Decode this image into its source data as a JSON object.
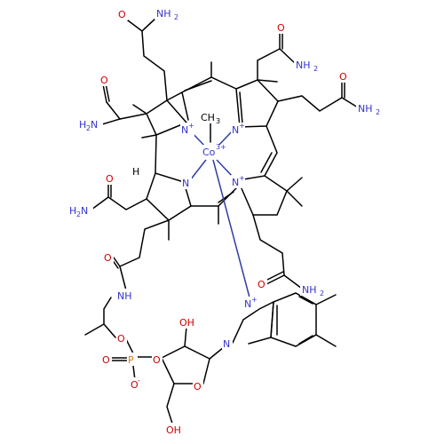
{
  "colors": {
    "bond": "#000000",
    "nitrogen": "#3333cc",
    "oxygen": "#cc0000",
    "phosphorus": "#e07800",
    "cobalt": "#3333cc",
    "coordination": "#2f3f9f"
  },
  "atom_labels": {
    "nh2": "NH",
    "h2n": "H",
    "subscript_2": "2",
    "o": "O",
    "oh": "OH",
    "n": "N",
    "n_plus": "N",
    "plus": "+",
    "co": "Co",
    "co_charge": "3+",
    "ch3": "CH",
    "subscript_3": "3",
    "nh": "NH",
    "p": "P",
    "o_minus": "O",
    "minus": "-",
    "h": "H"
  }
}
